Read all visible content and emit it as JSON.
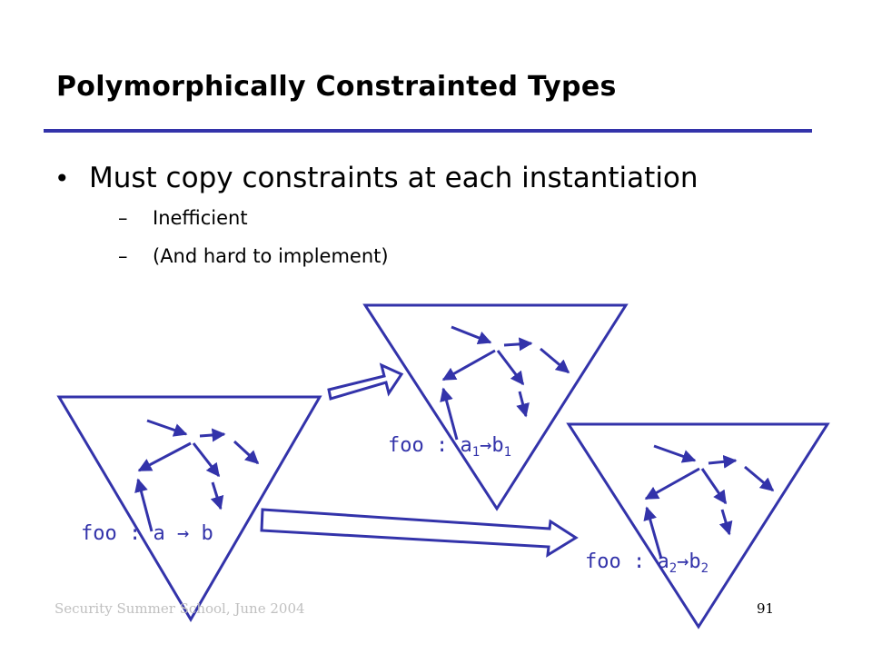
{
  "slide": {
    "title": "Polymorphically Constrainted Types",
    "bullet": "Must copy constraints at each instantiation",
    "sub_bullets": [
      "Inefficient",
      "(And hard to implement)"
    ],
    "footer": "Security Summer School, June 2004",
    "page_number": "91"
  },
  "diagram": {
    "left_label": {
      "pre": "foo : a ",
      "arrow": "→",
      "post": " b"
    },
    "top_label": {
      "pre": "foo : a",
      "sub1": "1",
      "arrow": "→",
      "post": "b",
      "sub2": "1"
    },
    "bottom_label": {
      "pre": "foo : a",
      "sub1": "2",
      "arrow": "→",
      "post": "b",
      "sub2": "2"
    },
    "color": "#3333aa"
  }
}
